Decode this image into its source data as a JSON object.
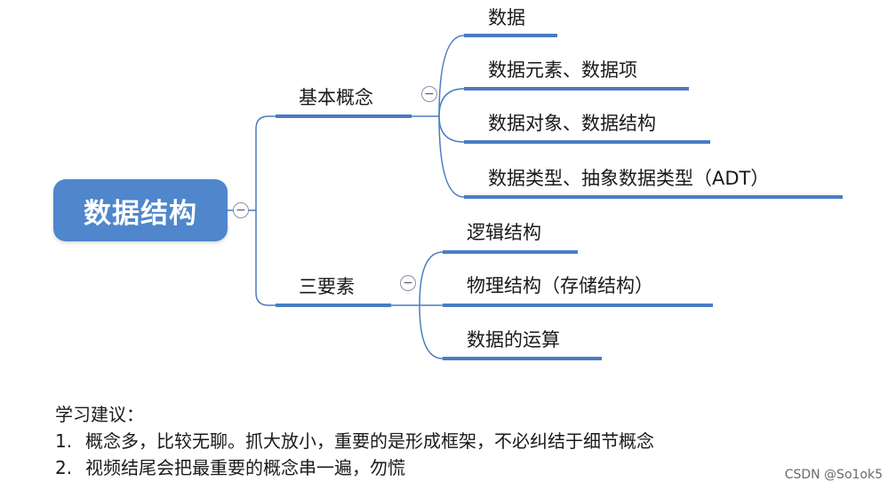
{
  "root": {
    "label": "数据结构"
  },
  "branches": [
    {
      "label": "基本概念",
      "children": [
        "数据",
        "数据元素、数据项",
        "数据对象、数据结构",
        "数据类型、抽象数据类型（ADT）"
      ]
    },
    {
      "label": "三要素",
      "children": [
        "逻辑结构",
        "物理结构（存储结构）",
        "数据的运算"
      ]
    }
  ],
  "toggle_glyph": "−",
  "notes": {
    "heading": "学习建议：",
    "items": [
      {
        "num": "1.",
        "text": "概念多，比较无聊。抓大放小，重要的是形成框架，不必纠结于细节概念"
      },
      {
        "num": "2.",
        "text": "视频结尾会把最重要的概念串一遍，勿慌"
      }
    ]
  },
  "watermark": "CSDN @So1ok5",
  "colors": {
    "root_bg": "#4f86cc",
    "line": "#4a7cc2",
    "connector": "#4a7cc2"
  }
}
